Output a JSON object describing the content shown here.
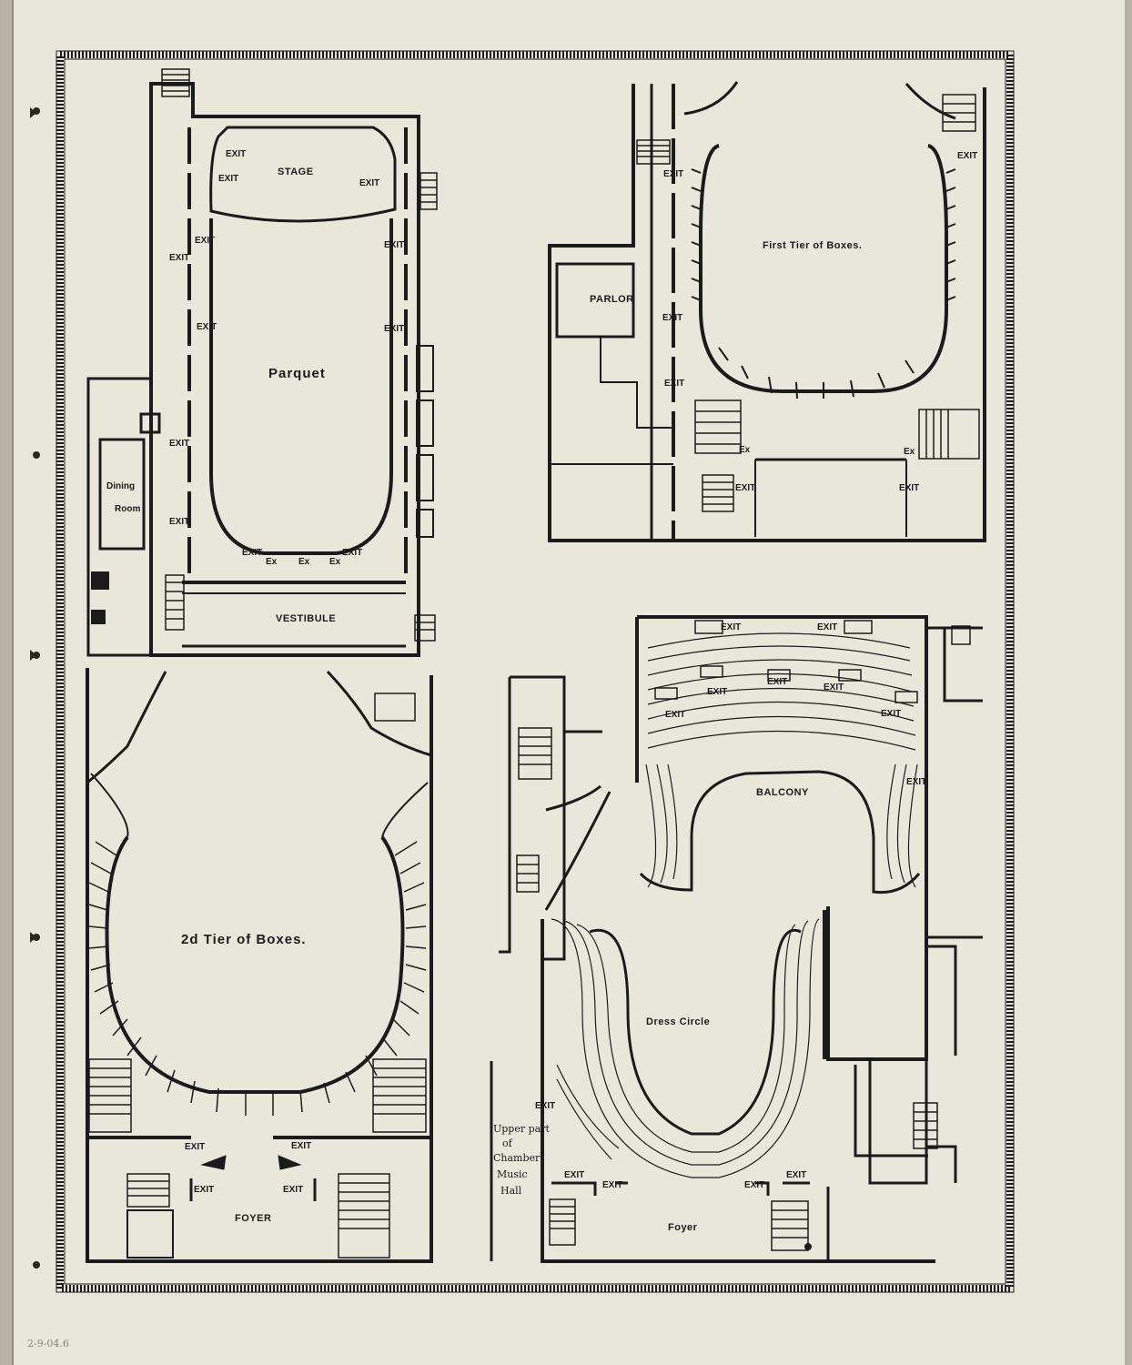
{
  "plans": {
    "parquet": {
      "stage": "STAGE",
      "parquet": "Parquet",
      "vestibule": "VESTIBULE",
      "dining_line1": "Dining",
      "dining_line2": "Room",
      "exit": "EXIT",
      "ex": "Ex"
    },
    "first_tier": {
      "title": "First Tier of Boxes.",
      "parlor": "PARLOR",
      "exit": "EXIT",
      "ex": "Ex"
    },
    "second_tier": {
      "title_prefix": "2d",
      "title": " Tier of Boxes.",
      "foyer": "FOYER",
      "exit": "EXIT"
    },
    "balcony": {
      "balcony": "BALCONY",
      "dress_circle": "Dress Circle",
      "foyer": "Foyer",
      "exit": "EXIT",
      "chamber_1": "Upper part",
      "chamber_2": "of",
      "chamber_3": "Chamber",
      "chamber_4": "Music",
      "chamber_5": "Hall"
    }
  },
  "margin_note": "2-9-04.6",
  "colors": {
    "paper": "#e9e7dc",
    "ink": "#1b1b1b",
    "background": "#b8b2a6"
  }
}
